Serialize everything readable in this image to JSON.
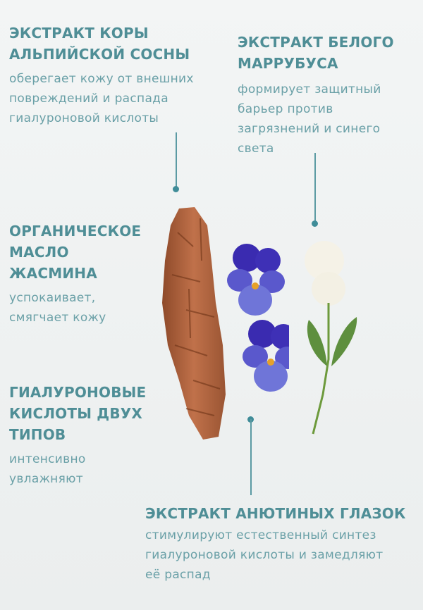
{
  "colors": {
    "title": "#4f8e96",
    "description": "#6aa0a7",
    "connector": "#5b9aa3",
    "background": "#f0f3f3"
  },
  "ingredients": [
    {
      "title": "ЭКСТРАКТ КОРЫ\nАЛЬПИЙСКОЙ СОСНЫ",
      "description": "оберегает кожу от внешних\nповреждений и распада\nгиалуроновой кислоты"
    },
    {
      "title": "ЭКСТРАКТ БЕЛОГО\nМАРРУБУСА",
      "description": "формирует защитный\nбарьер против\nзагрязнений и  синего\nсвета"
    },
    {
      "title": "ОРГАНИЧЕСКОЕ\nМАСЛО\nЖАСМИНА",
      "description": "успокаивает,\nсмягчает кожу"
    },
    {
      "title": "ГИАЛУРОНОВЫЕ\nКИСЛОТЫ ДВУХ\nТИПОВ",
      "description": "интенсивно\nувлажняют"
    },
    {
      "title": "ЭКСТРАКТ АНЮТИНЫХ ГЛАЗОК",
      "description": "стимулируют естественный синтез\nгиалуроновой кислоты и замедляют\nеё распад"
    }
  ],
  "images": [
    "pine-bark",
    "pansy-flowers",
    "white-horehound-flower"
  ]
}
